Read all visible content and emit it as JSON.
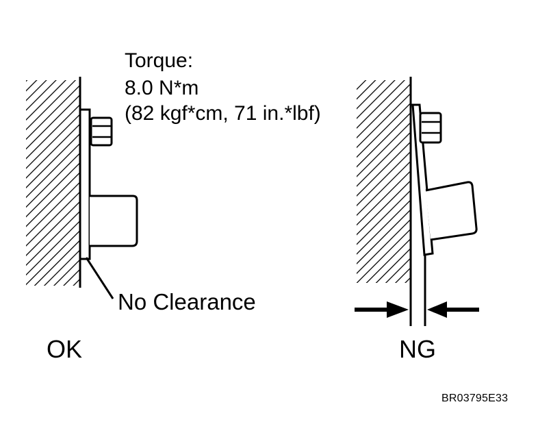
{
  "torque": {
    "title": "Torque:",
    "value_nm": "8.0 N*m",
    "value_alt": "(82 kgf*cm, 71 in.*lbf)"
  },
  "labels": {
    "no_clearance": "No Clearance",
    "ok": "OK",
    "ng": "NG",
    "figure_code": "BR03795E33"
  },
  "colors": {
    "ink": "#000000",
    "background": "#ffffff"
  }
}
